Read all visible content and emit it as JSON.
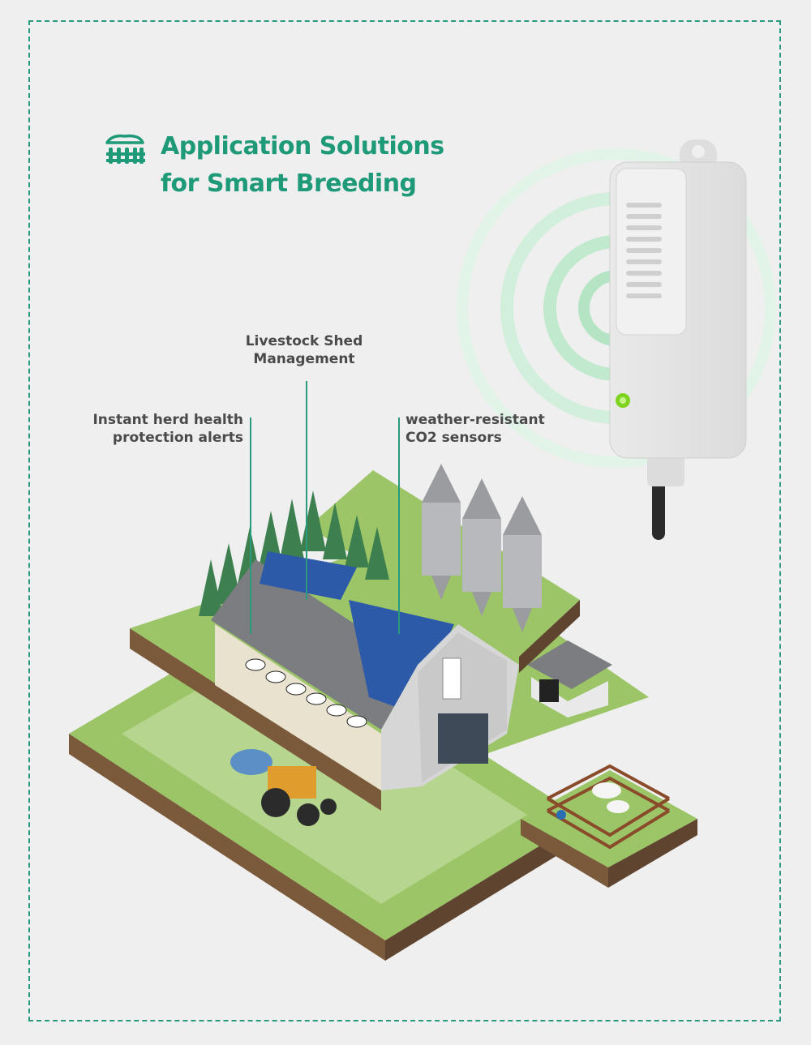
{
  "title": {
    "line1": "Application Solutions",
    "line2": "for Smart Breeding"
  },
  "labels": {
    "herd_health_1": "Instant herd health",
    "herd_health_2": "protection alerts",
    "shed_1": "Livestock Shed",
    "shed_2": "Management",
    "co2_1": "weather-resistant",
    "co2_2": "CO2 sensors"
  },
  "icons": {
    "title": "barn-fence-icon"
  },
  "colors": {
    "accent": "#1f9a79",
    "background": "#efefef",
    "grass": "#8fbb5c",
    "roof_solar": "#2d5aa8",
    "sensor_led": "#7ed321"
  }
}
